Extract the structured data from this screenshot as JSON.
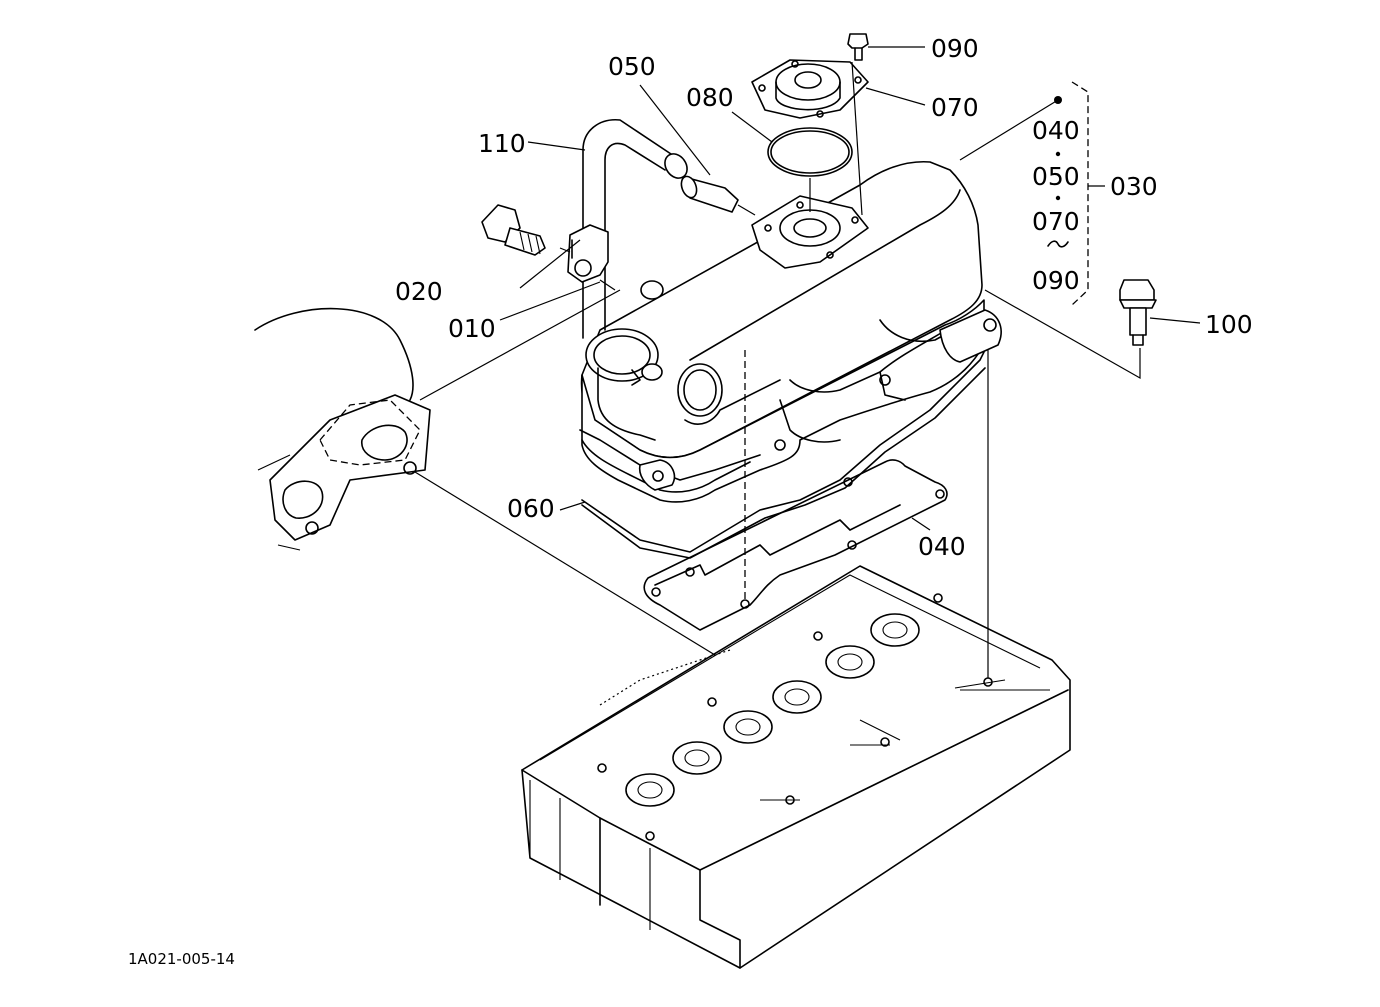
{
  "diagram": {
    "reference_code": "1A021-005-14",
    "callouts": [
      {
        "id": "callout-010",
        "label": "010"
      },
      {
        "id": "callout-020",
        "label": "020"
      },
      {
        "id": "callout-040",
        "label": "040"
      },
      {
        "id": "callout-050",
        "label": "050"
      },
      {
        "id": "callout-060",
        "label": "060"
      },
      {
        "id": "callout-070",
        "label": "070"
      },
      {
        "id": "callout-080",
        "label": "080"
      },
      {
        "id": "callout-090",
        "label": "090"
      },
      {
        "id": "callout-100",
        "label": "100"
      },
      {
        "id": "callout-110",
        "label": "110"
      }
    ],
    "assembly_group": {
      "label": "030",
      "members": [
        "040",
        "050",
        "070",
        "090"
      ]
    }
  }
}
